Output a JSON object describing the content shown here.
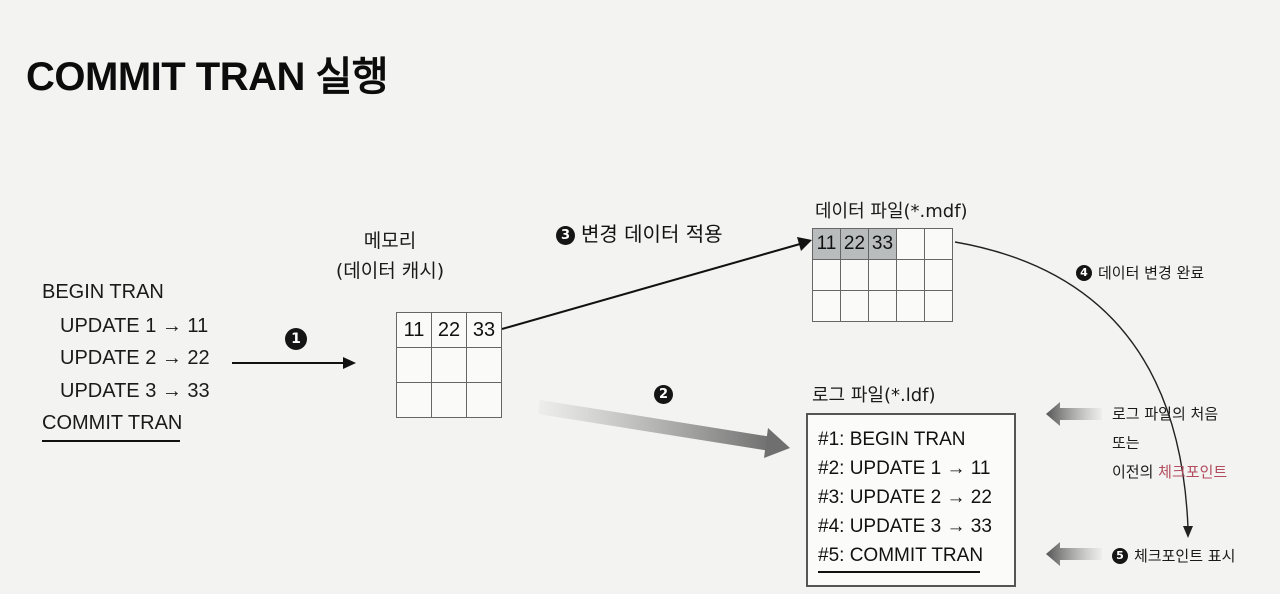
{
  "title": "COMMIT TRAN 실행",
  "transaction": {
    "begin": "BEGIN TRAN",
    "updates": [
      "UPDATE 1 → 11",
      "UPDATE 2 → 22",
      "UPDATE 3 → 33"
    ],
    "commit": "COMMIT TRAN"
  },
  "memory": {
    "label_line1": "메모리",
    "label_line2": "(데이터 캐시)",
    "rows": [
      [
        "11",
        "22",
        "33"
      ],
      [
        "",
        "",
        ""
      ],
      [
        "",
        "",
        ""
      ]
    ]
  },
  "data_file": {
    "label": "데이터 파일(*.mdf)",
    "rows": [
      [
        "11",
        "22",
        "33",
        "",
        ""
      ],
      [
        "",
        "",
        "",
        "",
        ""
      ],
      [
        "",
        "",
        "",
        "",
        ""
      ]
    ],
    "highlight_color": "#b9bcbc"
  },
  "log_file": {
    "label": "로그 파일(*.ldf)",
    "lines": [
      "#1:  BEGIN TRAN",
      "#2:  UPDATE 1 → 11",
      "#3:  UPDATE 2 → 22",
      "#4:  UPDATE 3 → 33",
      "#5:  COMMIT TRAN"
    ]
  },
  "steps": {
    "s1": {
      "num": "1"
    },
    "s2": {
      "num": "2"
    },
    "s3": {
      "num": "3",
      "label": "변경 데이터 적용"
    },
    "s4": {
      "num": "4",
      "label": "데이터 변경 완료"
    },
    "s5": {
      "num": "5",
      "label": "체크포인트 표시"
    }
  },
  "checkpoint_note": {
    "line1": "로그 파일의 처음",
    "line2": "또는",
    "line3_prefix": "이전의 ",
    "line3_highlight": "체크포인트"
  },
  "colors": {
    "background": "#f3f3f1",
    "ink": "#111111",
    "checkpoint_accent": "#b24c5e"
  }
}
